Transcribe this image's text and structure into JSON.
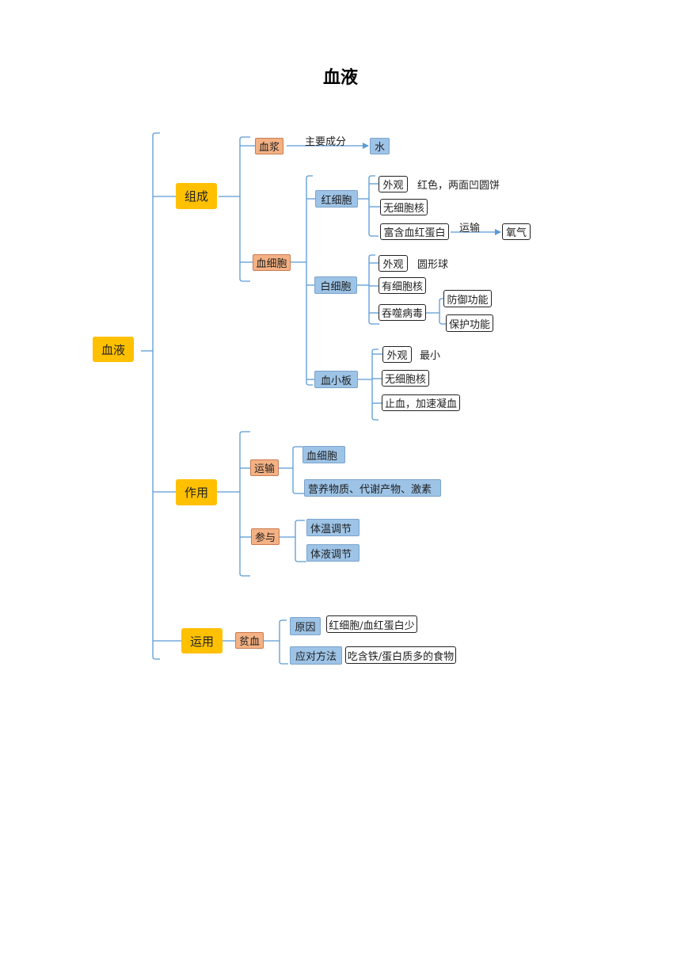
{
  "title": "血液",
  "root": "血液",
  "composition": {
    "label": "组成",
    "plasma": {
      "label": "血浆",
      "arrow_label": "主要成分",
      "target": "水"
    },
    "blood_cells": {
      "label": "血细胞",
      "rbc": {
        "label": "红细胞",
        "appearance": "外观",
        "appearance_desc": "红色，两面凹圆饼",
        "no_nucleus": "无细胞核",
        "hemoglobin": "富含血红蛋白",
        "transport_label": "运输",
        "oxygen": "氧气"
      },
      "wbc": {
        "label": "白细胞",
        "appearance": "外观",
        "appearance_desc": "圆形球",
        "nucleus": "有细胞核",
        "phagocytosis": "吞噬病毒",
        "defense": "防御功能",
        "protection": "保护功能"
      },
      "platelet": {
        "label": "血小板",
        "appearance": "外观",
        "appearance_desc": "最小",
        "no_nucleus": "无细胞核",
        "function": "止血，加速凝血"
      }
    }
  },
  "function": {
    "label": "作用",
    "transport": {
      "label": "运输",
      "items": [
        "血细胞",
        "营养物质、代谢产物、激素"
      ]
    },
    "participate": {
      "label": "参与",
      "items": [
        "体温调节",
        "体液调节"
      ]
    }
  },
  "application": {
    "label": "运用",
    "anemia": {
      "label": "贫血",
      "cause": "原因",
      "cause_desc": "红细胞/血红蛋白少",
      "remedy": "应对方法",
      "remedy_desc": "吃含铁/蛋白质多的食物"
    }
  },
  "colors": {
    "level1": "#ffc000",
    "level2": "#f4b183",
    "level3": "#9dc3e6",
    "connector": "#5b9bd5"
  }
}
